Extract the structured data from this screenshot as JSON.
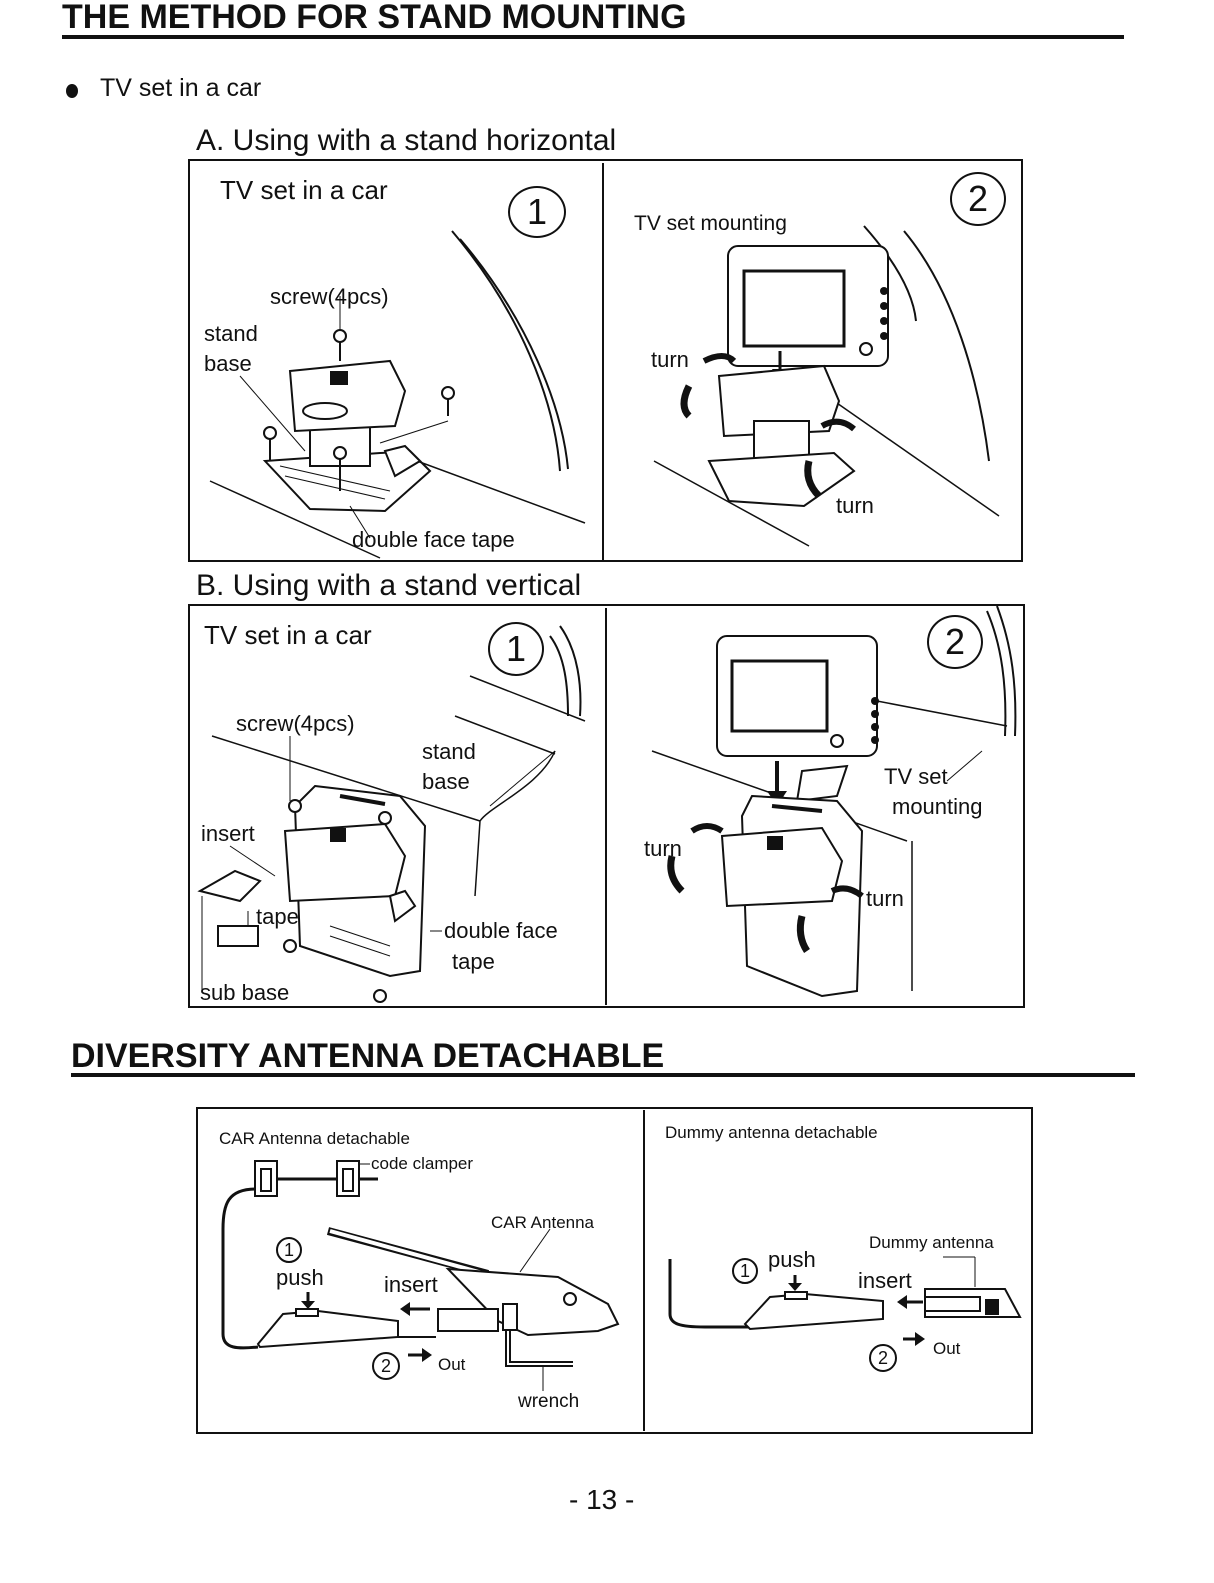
{
  "section1": {
    "title": "THE METHOD FOR STAND MOUNTING",
    "bullet_text": "TV set in a car",
    "part_a": {
      "heading": "A. Using with a stand horizontal",
      "panel1": {
        "step": "1",
        "caption": "TV set in a car",
        "labels": {
          "screw": "screw(4pcs)",
          "stand": "stand",
          "base": "base",
          "tape": "double face tape"
        }
      },
      "panel2": {
        "step": "2",
        "caption": "TV set mounting",
        "labels": {
          "turn_left": "turn",
          "turn_right": "turn"
        }
      }
    },
    "part_b": {
      "heading": "B. Using with a stand vertical",
      "panel1": {
        "step": "1",
        "caption": "TV set in a car",
        "labels": {
          "screw": "screw(4pcs)",
          "stand": "stand",
          "base": "base",
          "insert": "insert",
          "tape": "tape",
          "double_face": "double face",
          "double_face_tape": "tape",
          "sub_base": "sub base"
        }
      },
      "panel2": {
        "step": "2",
        "labels": {
          "tv_set": "TV set",
          "mounting": "mounting",
          "turn_left": "turn",
          "turn_right": "turn"
        }
      }
    }
  },
  "section2": {
    "title": "DIVERSITY ANTENNA DETACHABLE",
    "left_panel": {
      "caption": "CAR Antenna detachable",
      "labels": {
        "code_clamper": "code clamper",
        "car_antenna": "CAR Antenna",
        "step1": "1",
        "push": "push",
        "insert": "insert",
        "step2": "2",
        "out": "Out",
        "wrench": "wrench"
      }
    },
    "right_panel": {
      "caption": "Dummy antenna detachable",
      "labels": {
        "dummy_antenna": "Dummy antenna",
        "step1": "1",
        "push": "push",
        "insert": "insert",
        "step2": "2",
        "out": "Out"
      }
    }
  },
  "page_number": "- 13 -"
}
